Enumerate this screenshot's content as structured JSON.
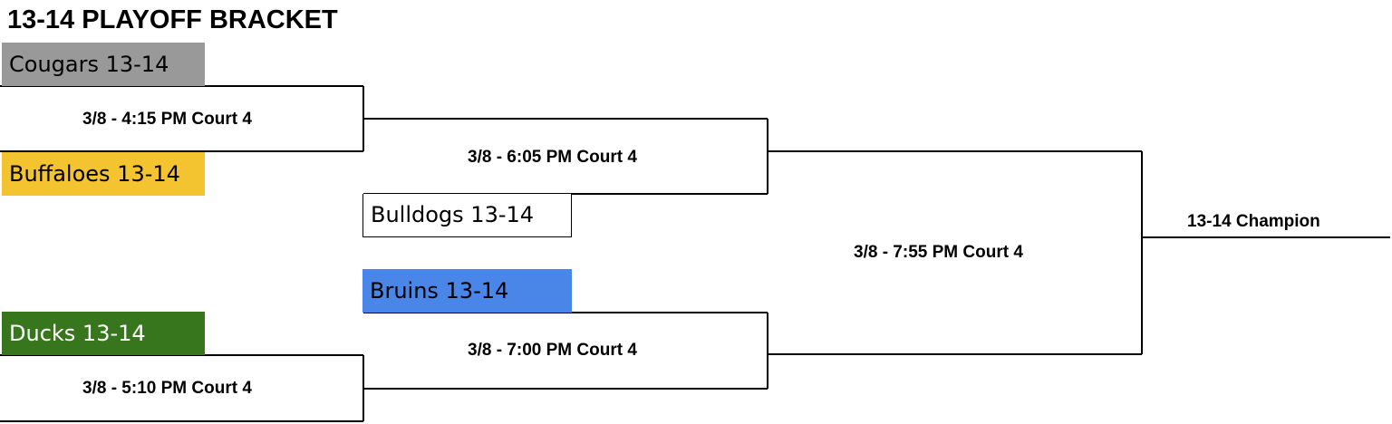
{
  "title": "13-14 PLAYOFF BRACKET",
  "teams": {
    "cougars": {
      "label": "Cougars 13-14",
      "bg": "#999999",
      "fg": "#000000"
    },
    "buffaloes": {
      "label": "Buffaloes 13-14",
      "bg": "#f4c430",
      "fg": "#000000"
    },
    "bulldogs": {
      "label": "Bulldogs 13-14",
      "bg": "#ffffff",
      "fg": "#000000"
    },
    "bruins": {
      "label": "Bruins 13-14",
      "bg": "#4a86e8",
      "fg": "#000000"
    },
    "ducks": {
      "label": "Ducks 13-14",
      "bg": "#38761d",
      "fg": "#ffffff"
    }
  },
  "games": {
    "g1": "3/8 - 4:15 PM Court 4",
    "g2": "3/8 - 5:10 PM Court 4",
    "g3": "3/8 - 6:05 PM Court 4",
    "g4": "3/8 - 7:00 PM Court 4",
    "g5": "3/8 - 7:55 PM Court 4"
  },
  "champion": "13-14 Champion"
}
